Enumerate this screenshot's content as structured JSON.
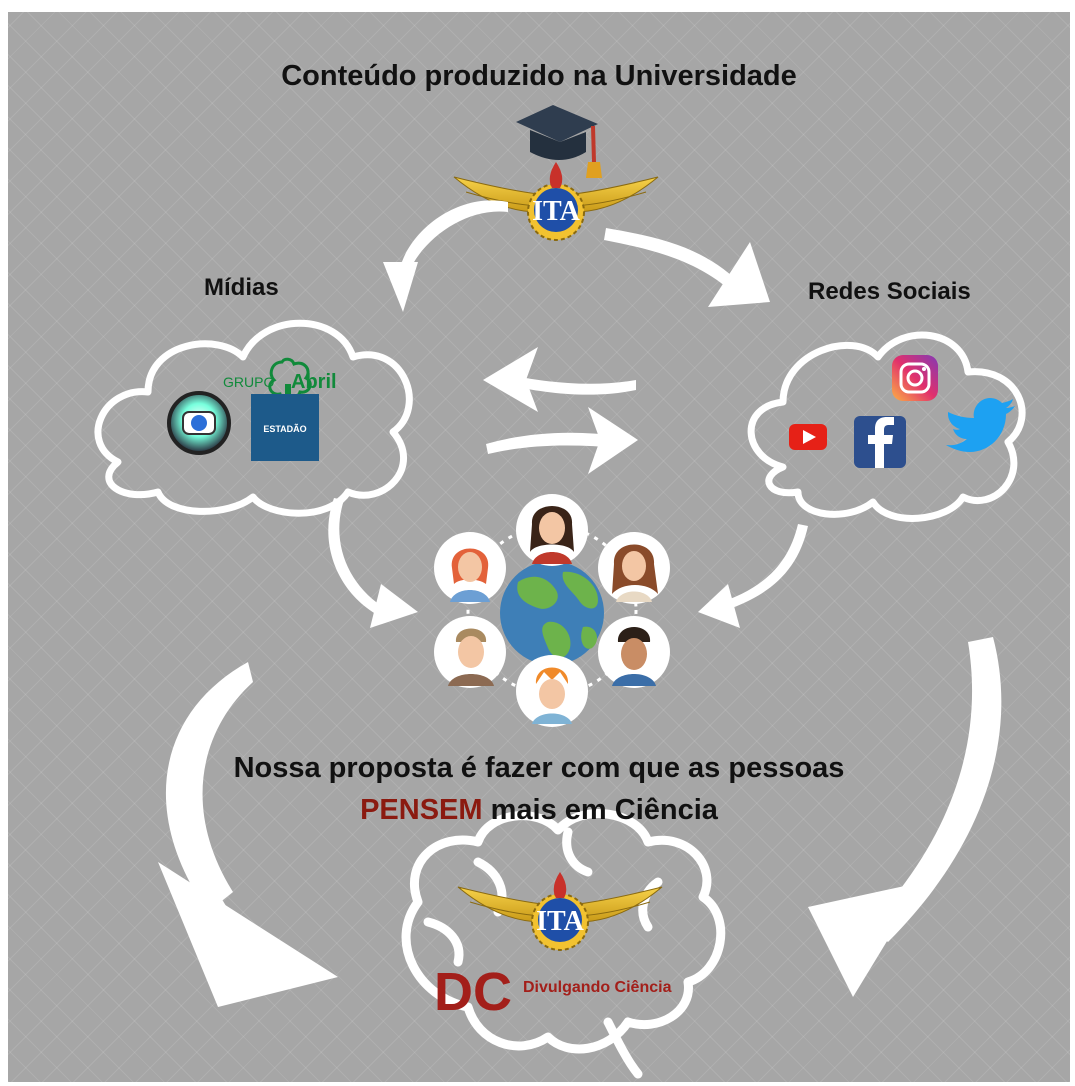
{
  "title": "Conteúdo produzido na Universidade",
  "left_label": "Mídias",
  "right_label": "Redes Sociais",
  "proposal": {
    "line1": "Nossa proposta é fazer com que as pessoas",
    "highlight": "PENSEM",
    "line2_rest": "mais em Ciência"
  },
  "logos": {
    "ita": "ITA",
    "grupo_abril_prefix": "GRUPO",
    "grupo_abril_name": "Abril",
    "estadao": "ESTADÃO",
    "dc_letters": "DC",
    "dc_name": "Divulgando Ciência"
  },
  "colors": {
    "background": "#a6a6a6",
    "highlight": "#8b1a10",
    "arrows": "#ffffff",
    "ita_wing": "#f2c230",
    "dc_red": "#a31f1a"
  },
  "icons": [
    "graduation-cap-icon",
    "ita-emblem-icon",
    "globo-logo-icon",
    "grupo-abril-logo-icon",
    "estadao-logo-icon",
    "instagram-icon",
    "youtube-icon",
    "facebook-icon",
    "twitter-icon",
    "globe-icon",
    "person-avatar-icon",
    "brain-icon",
    "dc-logo-icon"
  ]
}
